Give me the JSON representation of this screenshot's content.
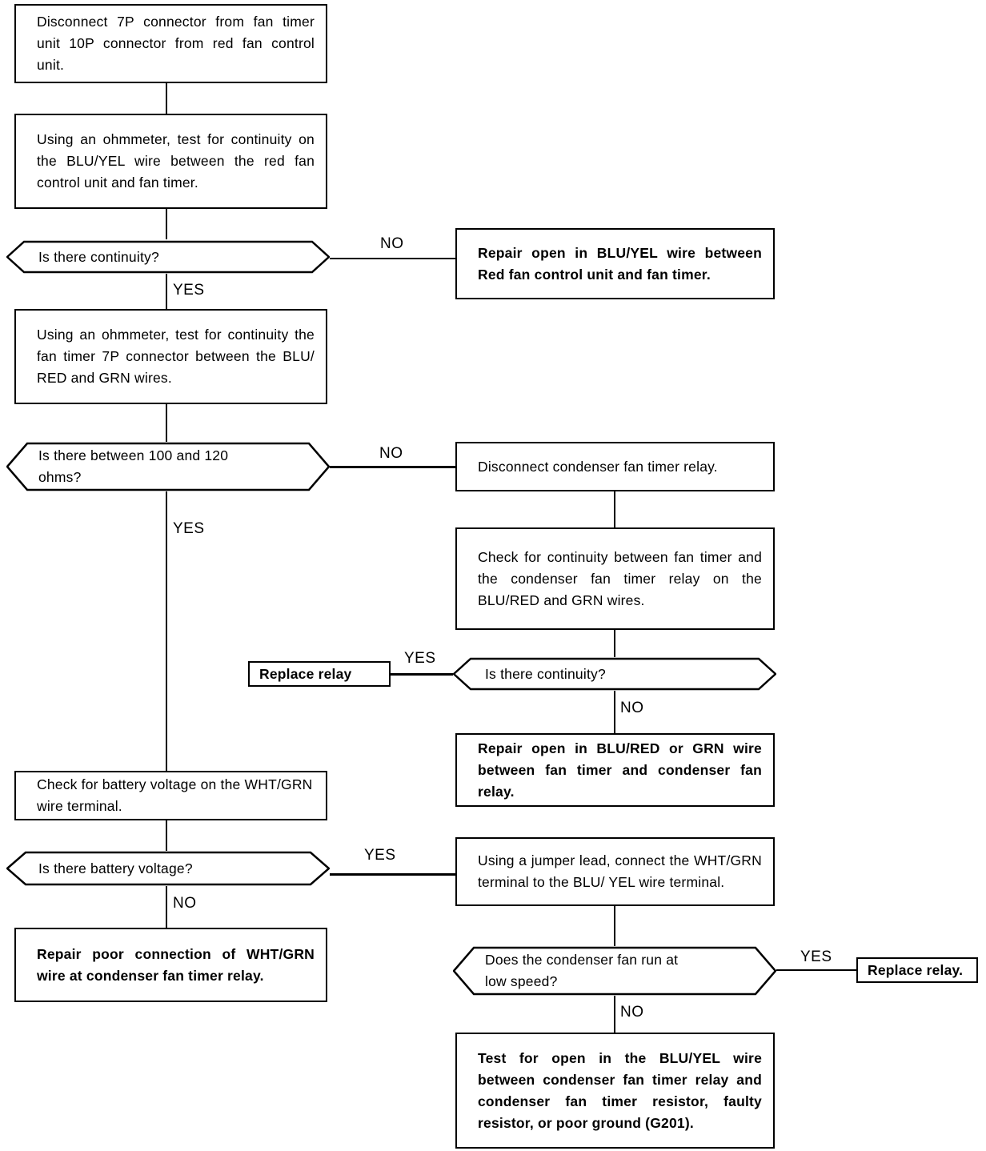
{
  "diagram": {
    "title": "Condenser fan circuit troubleshooting flowchart",
    "type": "flowchart",
    "colors": {
      "line": "#000000",
      "fill": "#ffffff",
      "text": "#000000"
    }
  },
  "nodes": {
    "n1": {
      "shape": "process",
      "text": "Disconnect 7P connector from fan timer unit 10P connector from red fan control unit."
    },
    "n2": {
      "shape": "process",
      "text": "Using an ohmmeter, test for continuity on the BLU/YEL wire between the red fan control unit and fan timer."
    },
    "d1": {
      "shape": "decision",
      "text": "Is there continuity?"
    },
    "n3": {
      "shape": "process",
      "bold": true,
      "text": "Repair open in BLU/YEL wire between Red fan control unit and fan timer."
    },
    "n4": {
      "shape": "process",
      "text": "Using an ohmmeter, test for continuity the fan timer 7P connector between the BLU/ RED and GRN wires."
    },
    "d2": {
      "shape": "decision",
      "line1": "Is there between 100 and 120",
      "line2": "ohms?"
    },
    "n5": {
      "shape": "process",
      "text": "Disconnect condenser fan timer relay."
    },
    "n6": {
      "shape": "process",
      "text": "Check for continuity between fan timer and the condenser fan timer relay on the BLU/RED and GRN wires."
    },
    "n7": {
      "shape": "process",
      "bold": true,
      "text": "Replace relay"
    },
    "d3": {
      "shape": "decision",
      "text": "Is there continuity?"
    },
    "n8": {
      "shape": "process",
      "bold": true,
      "text": "Repair open in BLU/RED or GRN wire between fan timer and condenser fan relay."
    },
    "n9": {
      "shape": "process",
      "text": "Check for battery voltage on the WHT/GRN wire terminal."
    },
    "d4": {
      "shape": "decision",
      "text": "Is there battery voltage?"
    },
    "n10": {
      "shape": "process",
      "bold": true,
      "text": "Repair poor connection of WHT/GRN wire at condenser fan timer relay."
    },
    "n11": {
      "shape": "process",
      "text": "Using a jumper lead, connect the WHT/GRN terminal to the BLU/ YEL wire terminal."
    },
    "d5": {
      "shape": "decision",
      "line1": "Does the condenser fan run at",
      "line2": "low speed?"
    },
    "n12": {
      "shape": "process",
      "bold": true,
      "text": "Replace relay."
    },
    "n13": {
      "shape": "process",
      "bold": true,
      "text": "Test for open in the BLU/YEL wire between condenser fan timer relay and condenser fan timer resistor, faulty resistor, or poor ground (G201)."
    }
  },
  "edge_labels": {
    "d1_no": "NO",
    "d1_yes": "YES",
    "d2_no": "NO",
    "d2_yes": "YES",
    "d3_yes": "YES",
    "d3_no": "NO",
    "d4_yes": "YES",
    "d4_no": "NO",
    "d5_yes": "YES",
    "d5_no": "NO"
  }
}
